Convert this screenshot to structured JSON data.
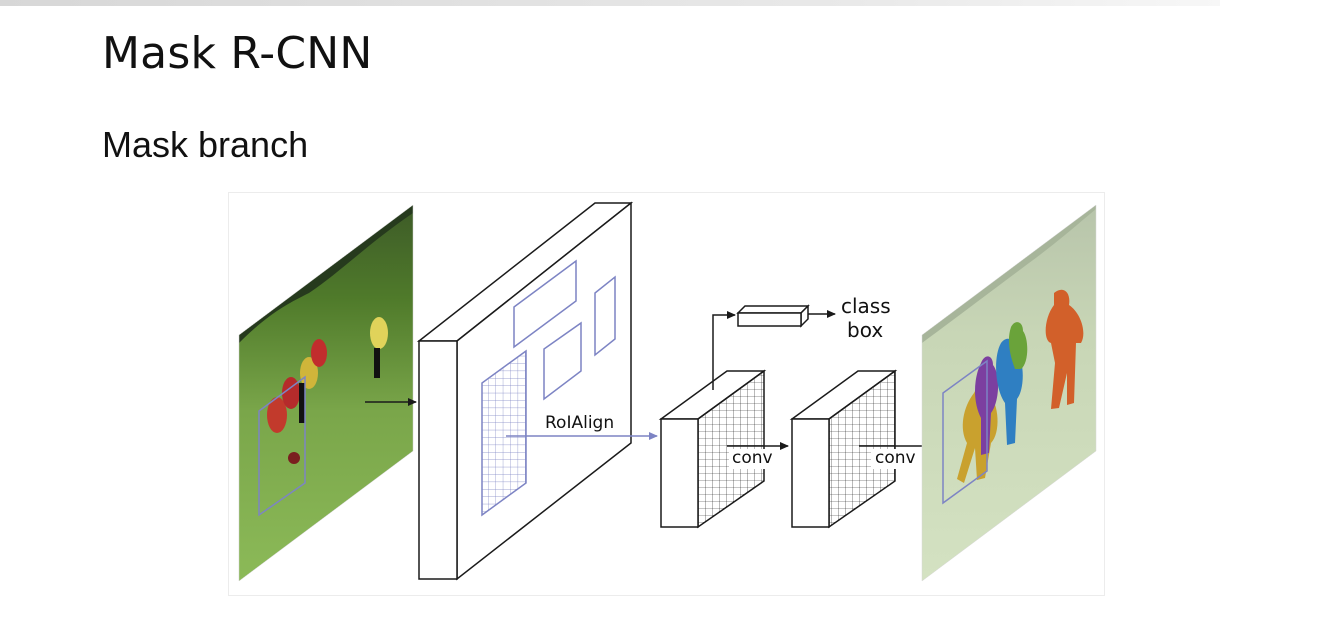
{
  "slide": {
    "title": "Mask R-CNN",
    "subtitle": "Mask branch"
  },
  "diagram": {
    "labels": {
      "roi_align": "RoIAlign",
      "conv_1": "conv",
      "conv_2": "conv",
      "class": "class",
      "box": "box"
    },
    "colors": {
      "stroke": "#1a1a1a",
      "roi_blue": "#7d84c4",
      "grass": "#6f9a3c",
      "mask_orange": "#d2602a",
      "mask_yellow": "#c9a12e",
      "mask_purple": "#7c3fa0",
      "mask_blue": "#2f7fc2",
      "mask_green": "#6aa33a"
    }
  }
}
